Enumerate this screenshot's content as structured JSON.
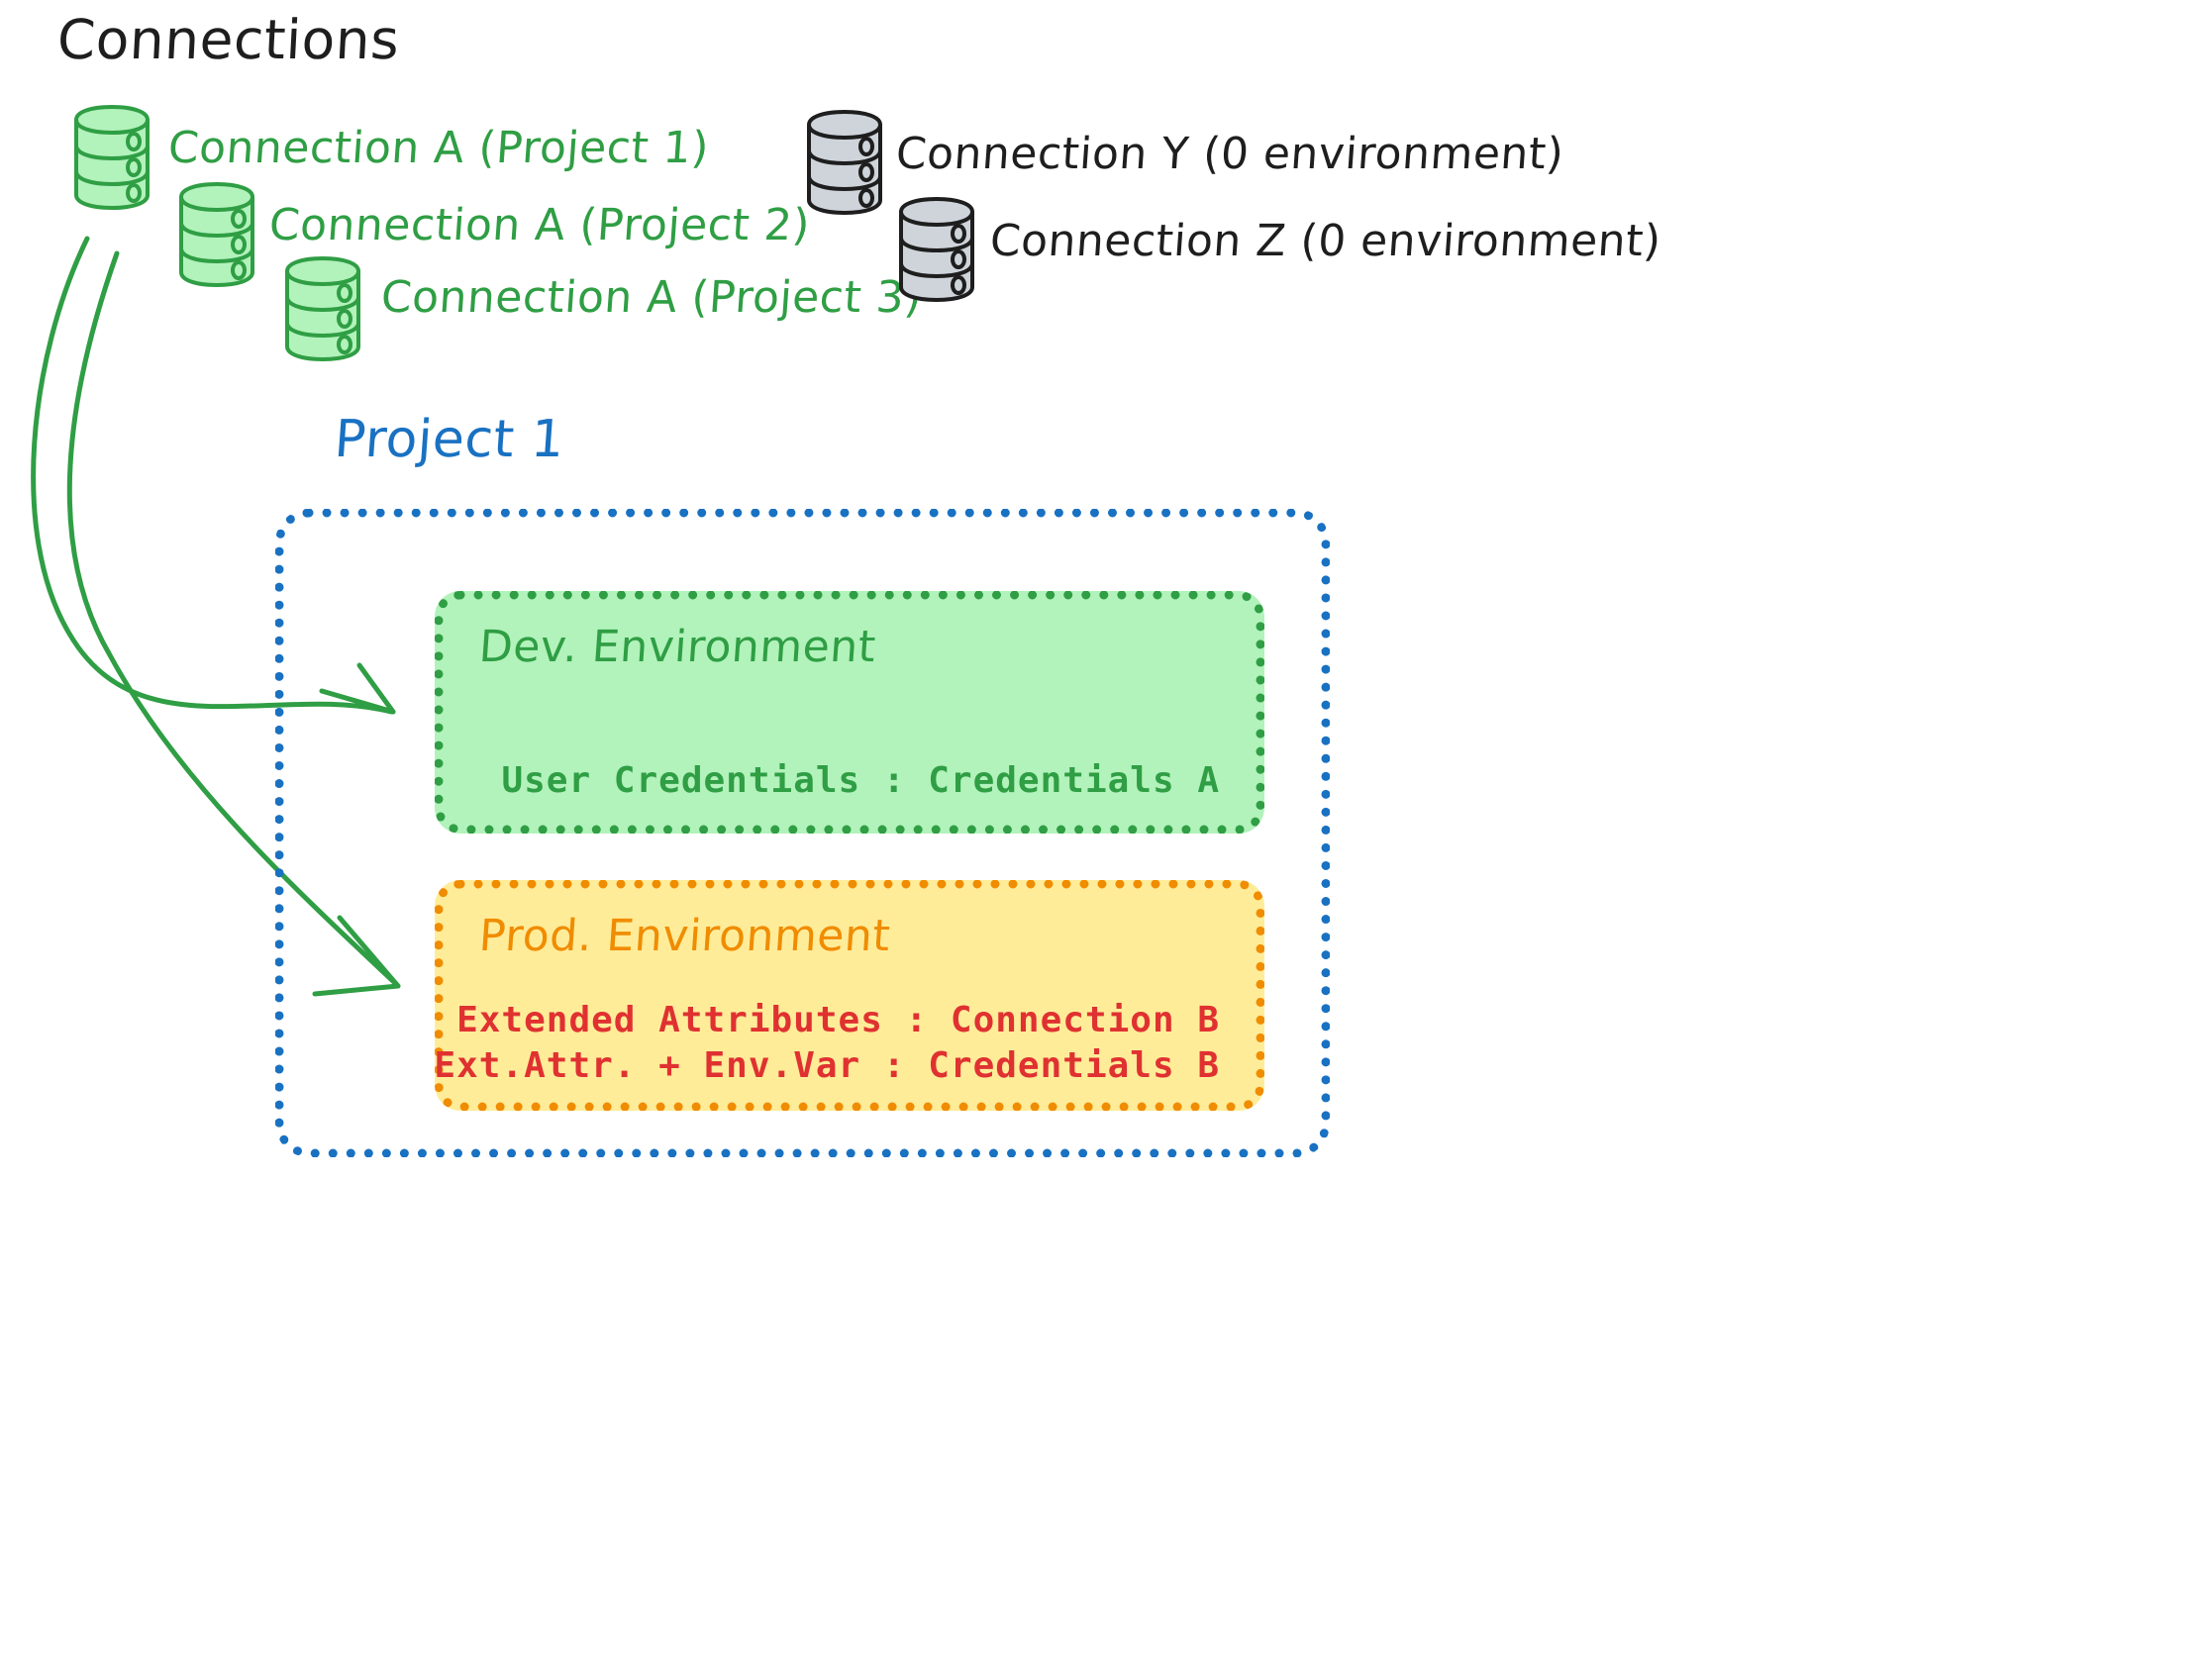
{
  "diagram": {
    "title": "Connections",
    "project_title": "Project 1",
    "colors": {
      "green_stroke": "#2f9e44",
      "green_fill": "#b2f2bb",
      "gray_fill": "#ced4da",
      "gray_stroke": "#1e1e1e",
      "blue": "#1971c2",
      "orange": "#f08c00",
      "orange_fill": "#ffec99",
      "red": "#e03131",
      "black": "#1e1e1e"
    },
    "connections": {
      "green": [
        {
          "label": "Connection A (Project 1)",
          "icon": "database-icon"
        },
        {
          "label": "Connection A (Project 2)",
          "icon": "database-icon"
        },
        {
          "label": "Connection A (Project 3)",
          "icon": "database-icon"
        }
      ],
      "gray": [
        {
          "label": "Connection Y (0 environment)",
          "icon": "database-icon"
        },
        {
          "label": "Connection Z (0 environment)",
          "icon": "database-icon"
        }
      ]
    },
    "environments": [
      {
        "name": "Dev. Environment",
        "color": "#2f9e44",
        "rows": [
          "User Credentials : Credentials A"
        ]
      },
      {
        "name": "Prod. Environment",
        "color": "#f08c00",
        "rows": [
          "Extended Attributes : Connection B",
          "Ext.Attr. + Env.Var : Credentials B"
        ]
      }
    ],
    "arrows": [
      {
        "from": "Connection A (Project 1)",
        "to": "Dev. Environment"
      },
      {
        "from": "Connection A (Project 1)",
        "to": "Prod. Environment"
      }
    ]
  }
}
